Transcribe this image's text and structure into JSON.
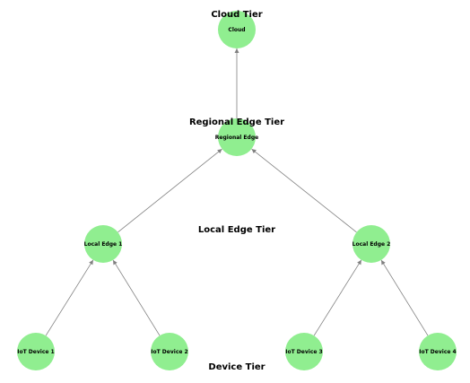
{
  "colors": {
    "node_fill": "#90ee90",
    "edge": "#808080",
    "text": "#000000",
    "background": "#ffffff"
  },
  "tiers": {
    "cloud": "Cloud Tier",
    "regional": "Regional Edge Tier",
    "local": "Local Edge Tier",
    "device": "Device Tier"
  },
  "nodes": {
    "cloud": "Cloud",
    "regional_edge": "Regional Edge",
    "local_edge_1": "Local Edge 1",
    "local_edge_2": "Local Edge 2",
    "iot_device_1": "IoT Device 1",
    "iot_device_2": "IoT Device 2",
    "iot_device_3": "IoT Device 3",
    "iot_device_4": "IoT Device 4"
  },
  "edges": [
    {
      "from": "iot_device_1",
      "to": "local_edge_1"
    },
    {
      "from": "iot_device_2",
      "to": "local_edge_1"
    },
    {
      "from": "iot_device_3",
      "to": "local_edge_2"
    },
    {
      "from": "iot_device_4",
      "to": "local_edge_2"
    },
    {
      "from": "local_edge_1",
      "to": "regional_edge"
    },
    {
      "from": "local_edge_2",
      "to": "regional_edge"
    },
    {
      "from": "regional_edge",
      "to": "cloud"
    }
  ]
}
